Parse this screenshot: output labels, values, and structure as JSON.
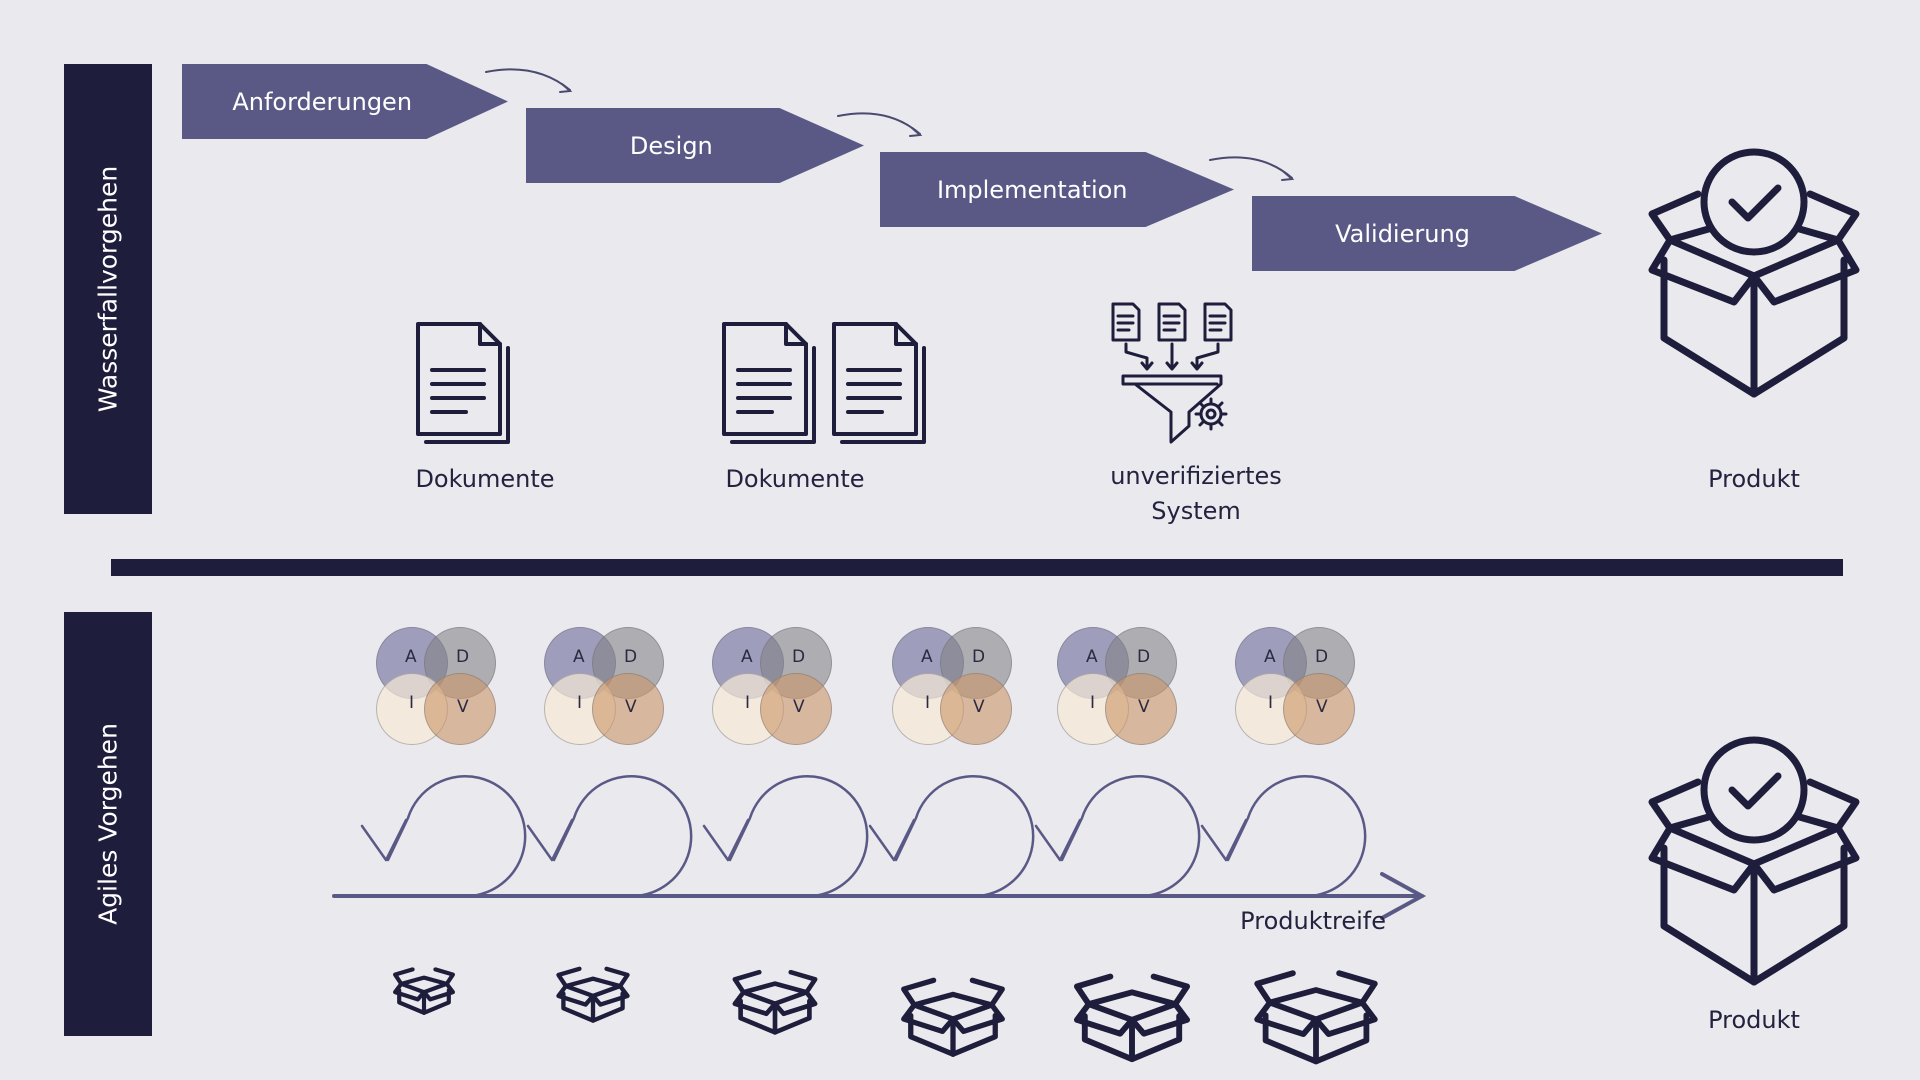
{
  "colors": {
    "background": "#e9e9ee",
    "sidebar": "#1e1d3b",
    "step_fill": "#5a5986",
    "icon_stroke": "#1e1d3b",
    "timeline": "#5a5986"
  },
  "waterfall": {
    "label": "Wasserfallvorgehen",
    "steps": [
      {
        "label": "Anforderungen"
      },
      {
        "label": "Design"
      },
      {
        "label": "Implementation"
      },
      {
        "label": "Validierung"
      }
    ],
    "artifacts": [
      {
        "label": "Dokumente",
        "icon": "document-icon"
      },
      {
        "label": "Dokumente",
        "icon": "documents-pair-icon"
      },
      {
        "label": "unverifiziertes System",
        "icon": "funnel-gear-icon"
      }
    ],
    "product_label": "Produkt"
  },
  "agile": {
    "label": "Agiles Vorgehen",
    "cycles": [
      {
        "letters": [
          "A",
          "D",
          "I",
          "V"
        ]
      },
      {
        "letters": [
          "A",
          "D",
          "I",
          "V"
        ]
      },
      {
        "letters": [
          "A",
          "D",
          "I",
          "V"
        ]
      },
      {
        "letters": [
          "A",
          "D",
          "I",
          "V"
        ]
      },
      {
        "letters": [
          "A",
          "D",
          "I",
          "V"
        ]
      },
      {
        "letters": [
          "A",
          "D",
          "I",
          "V"
        ]
      }
    ],
    "timeline_label": "Produktreife",
    "product_label": "Produkt"
  }
}
